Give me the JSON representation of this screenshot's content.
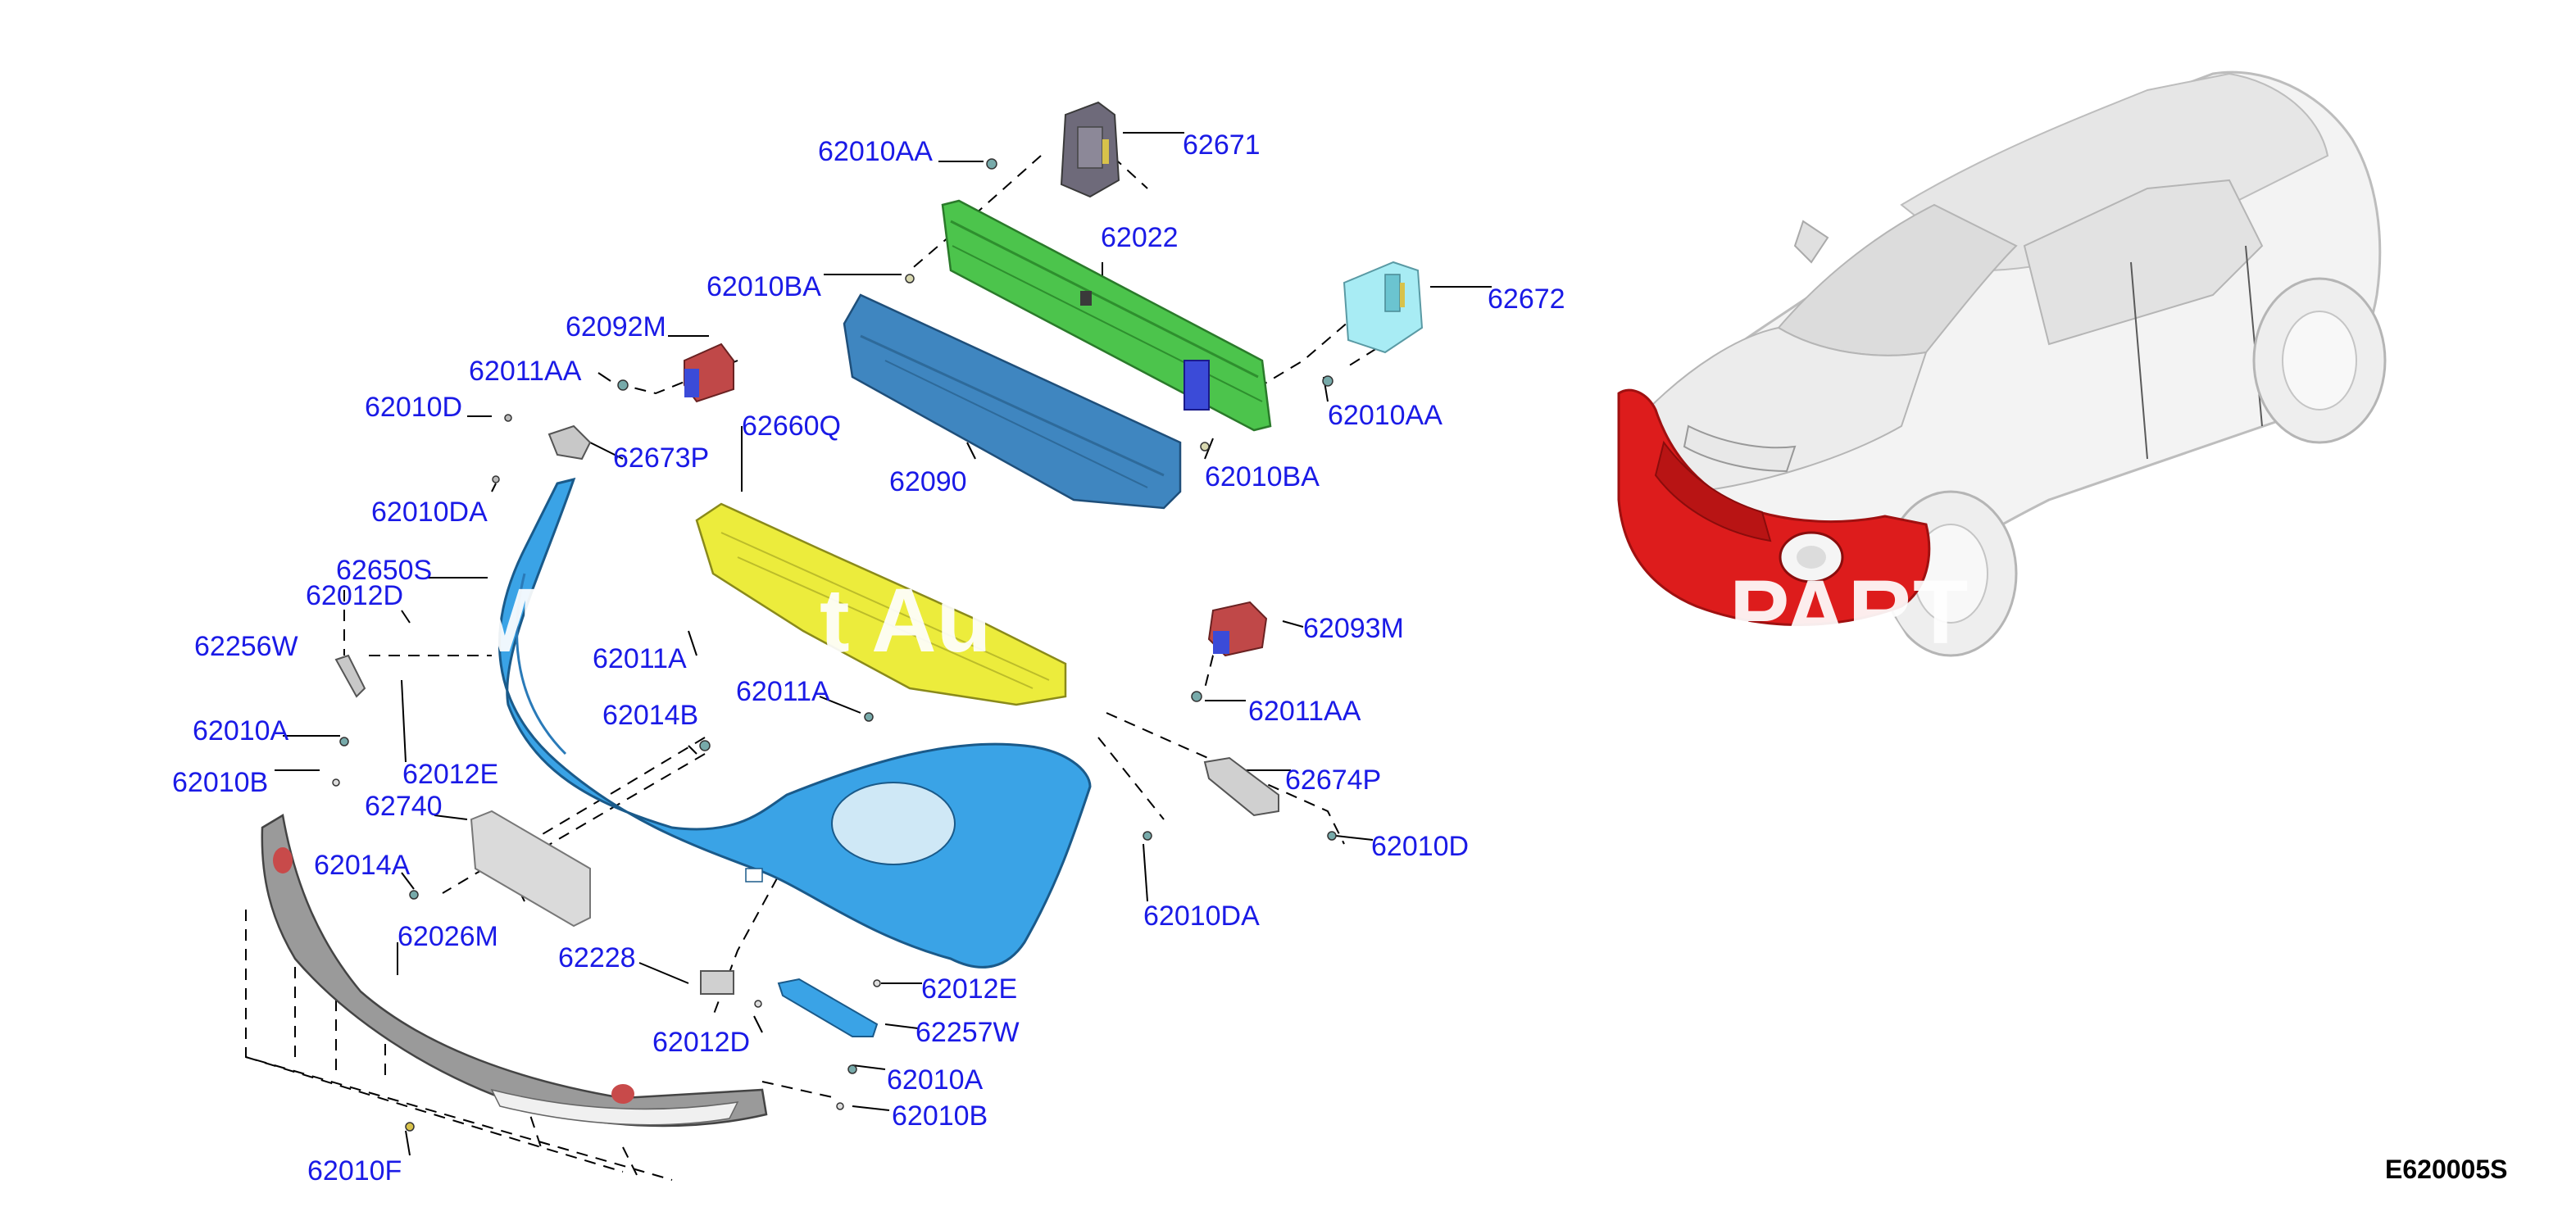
{
  "diagram_id": "E620005S",
  "watermark": {
    "left": "Me",
    "middle": "t Au",
    "right": "PART"
  },
  "colors": {
    "label": "#1a1ae6",
    "fascia": "#3aa3e6",
    "reinforcement": "#4cc44c",
    "absorber": "#3f86c0",
    "undercover": "#ecec3c",
    "lower_lip": "#9a9a9a",
    "highlight_red": "#dd1c1c"
  },
  "labels": {
    "l_62010AA_top": "62010AA",
    "l_62671": "62671",
    "l_62022": "62022",
    "l_62010BA_top": "62010BA",
    "l_62672": "62672",
    "l_62092M": "62092M",
    "l_62011AA_left": "62011AA",
    "l_62010AA_right": "62010AA",
    "l_62010D_left": "62010D",
    "l_62660Q": "62660Q",
    "l_62673P": "62673P",
    "l_62090": "62090",
    "l_62010BA_right": "62010BA",
    "l_62010DA_left": "62010DA",
    "l_62650S": "62650S",
    "l_62012D_top": "62012D",
    "l_62256W": "62256W",
    "l_62011A_top": "62011A",
    "l_62093M": "62093M",
    "l_62011A_mid": "62011A",
    "l_62011AA_right": "62011AA",
    "l_62014B": "62014B",
    "l_62010A_left": "62010A",
    "l_62012E_left": "62012E",
    "l_62674P": "62674P",
    "l_62010B_left": "62010B",
    "l_62740": "62740",
    "l_62010D_right": "62010D",
    "l_62014A": "62014A",
    "l_62010DA_right": "62010DA",
    "l_62026M": "62026M",
    "l_62228": "62228",
    "l_62012E_right": "62012E",
    "l_62257W": "62257W",
    "l_62012D_bottom": "62012D",
    "l_62010A_right": "62010A",
    "l_62010B_right": "62010B",
    "l_62010F": "62010F"
  }
}
